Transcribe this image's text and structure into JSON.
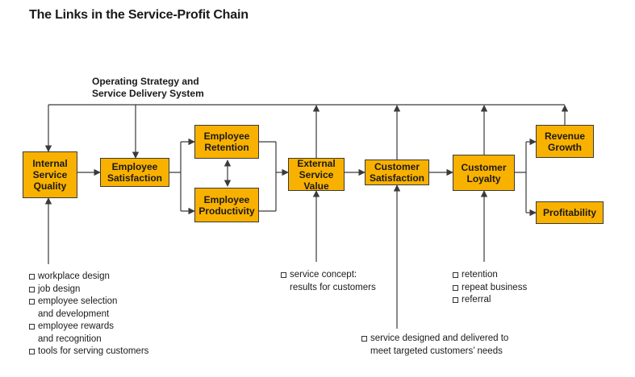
{
  "title": "The Links in the Service-Profit Chain",
  "operating_label_line1": "Operating Strategy and",
  "operating_label_line2": "Service Delivery System",
  "colors": {
    "box_fill": "#f9b100",
    "line": "#3a3a3a"
  },
  "boxes": {
    "internal_service_quality": [
      "Internal",
      "Service",
      "Quality"
    ],
    "employee_satisfaction": [
      "Employee",
      "Satisfaction"
    ],
    "employee_retention": [
      "Employee",
      "Retention"
    ],
    "employee_productivity": [
      "Employee",
      "Productivity"
    ],
    "external_service_value": [
      "External",
      "Service",
      "Value"
    ],
    "customer_satisfaction": [
      "Customer",
      "Satisfaction"
    ],
    "customer_loyalty": [
      "Customer",
      "Loyalty"
    ],
    "revenue_growth": [
      "Revenue",
      "Growth"
    ],
    "profitability": [
      "Profitability"
    ]
  },
  "notes": {
    "internal": [
      [
        "workplace design"
      ],
      [
        "job design"
      ],
      [
        "employee selection",
        "and development"
      ],
      [
        "employee rewards",
        "and recognition"
      ],
      [
        "tools for serving customers"
      ]
    ],
    "external_value": [
      [
        "service concept:",
        "results for customers"
      ]
    ],
    "customer_satisfaction": [
      [
        "service designed and delivered to",
        "meet targeted customers’ needs"
      ]
    ],
    "loyalty": [
      [
        "retention"
      ],
      [
        "repeat business"
      ],
      [
        "referral"
      ]
    ]
  }
}
